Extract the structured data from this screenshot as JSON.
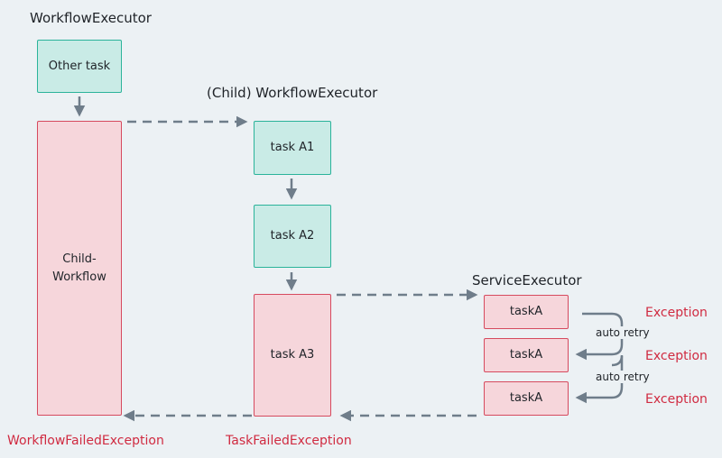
{
  "titles": {
    "workflow_executor": "WorkflowExecutor",
    "child_workflow_executor": "(Child) WorkflowExecutor",
    "service_executor": "ServiceExecutor"
  },
  "boxes": {
    "other_task": "Other task",
    "child_workflow": "Child-\nWorkflow",
    "task_a1": "task A1",
    "task_a2": "task A2",
    "task_a3": "task A3",
    "service_task_1": "taskA",
    "service_task_2": "taskA",
    "service_task_3": "taskA"
  },
  "exceptions": {
    "ex1": "Exception",
    "ex2": "Exception",
    "ex3": "Exception",
    "workflow_failed": "WorkflowFailedException",
    "task_failed": "TaskFailedException"
  },
  "retry": {
    "r1": "auto retry",
    "r2": "auto retry"
  },
  "colors": {
    "background": "#ecf1f4",
    "green_fill": "#c9ebe6",
    "green_border": "#2bb39a",
    "red_fill": "#f6d6db",
    "red_border": "#d64a5e",
    "exception_text": "#d02b41",
    "arrow": "#6f7d8a"
  }
}
